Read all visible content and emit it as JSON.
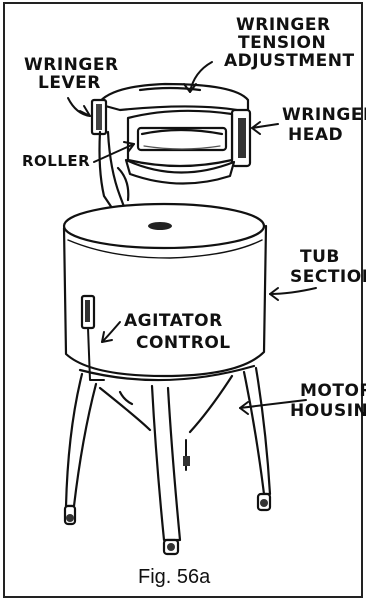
{
  "labels": {
    "wringer_lever_1": "WRINGER",
    "wringer_lever_2": "LEVER",
    "tension_1": "WRINGER",
    "tension_2": "TENSION",
    "tension_3": "ADJUSTMENT",
    "head_1": "WRINGER",
    "head_2": "HEAD",
    "roller": "ROLLER",
    "tub_1": "TUB",
    "tub_2": "SECTION",
    "agitator_1": "AGITATOR",
    "agitator_2": "CONTROL",
    "motor_1": "MOTOR",
    "motor_2": "HOUSING"
  },
  "caption": "Fig. 56a"
}
